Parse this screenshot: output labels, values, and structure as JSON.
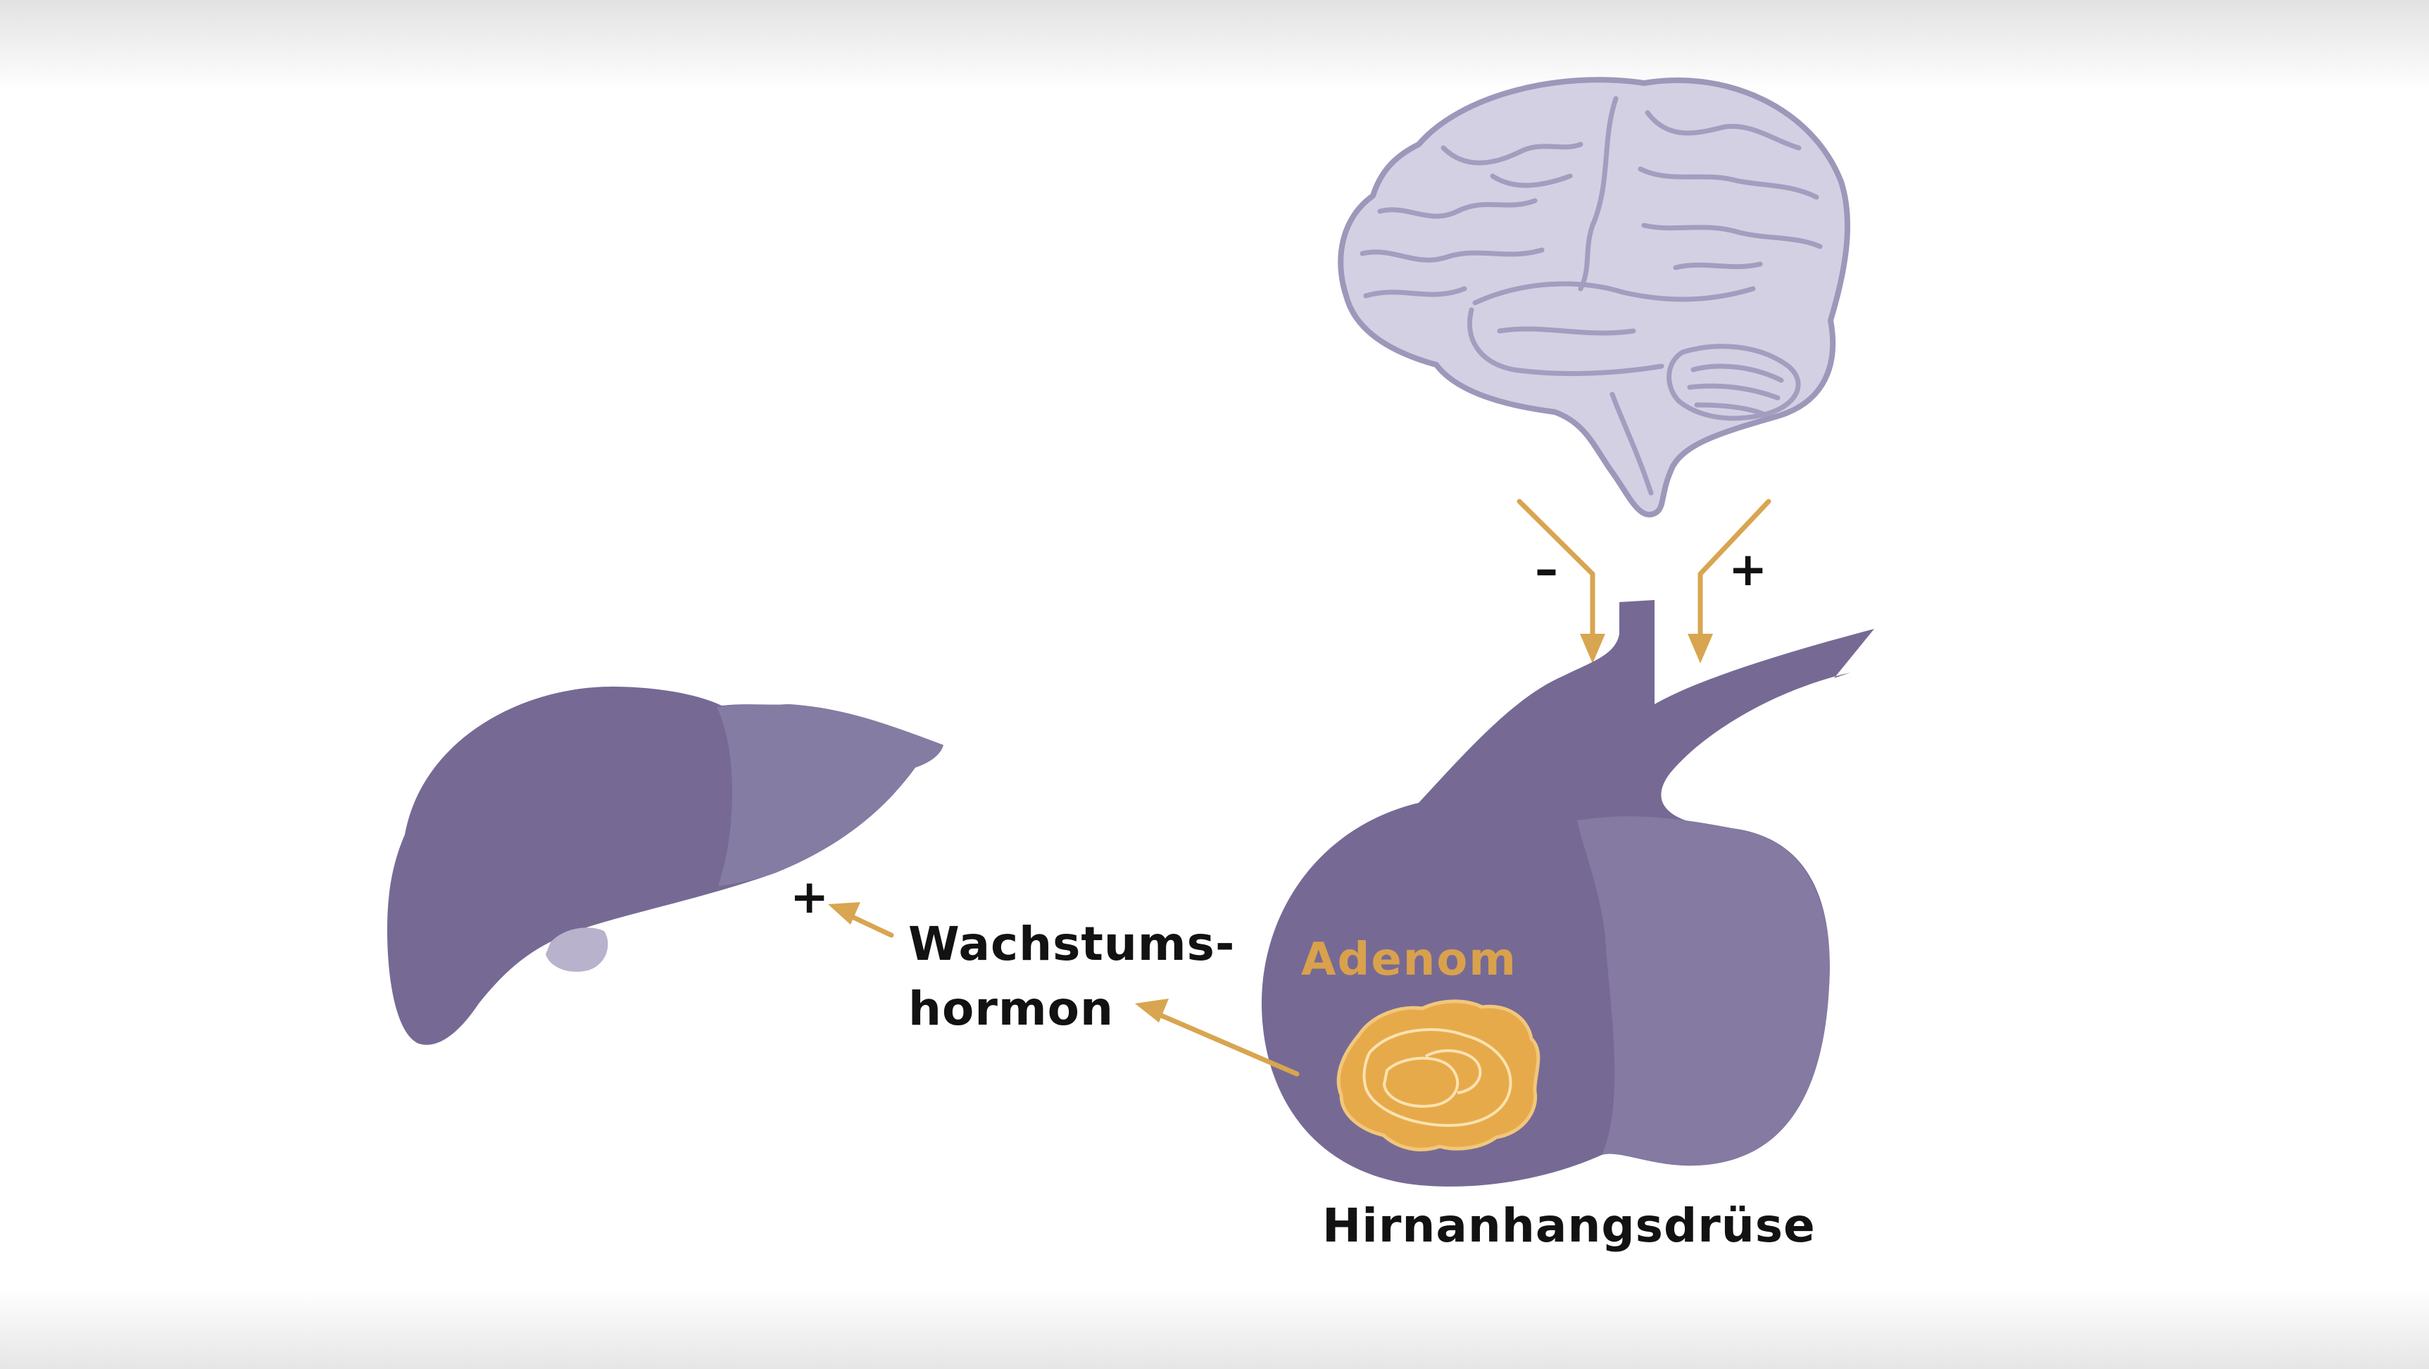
{
  "labels": {
    "growth_hormone_line1": "Wachstums-",
    "growth_hormone_line2": "hormon",
    "pituitary": "Hirnanhangsdrüse",
    "adenoma": "Adenom"
  },
  "signs": {
    "brain_left": "–",
    "brain_right": "+",
    "liver": "+"
  },
  "colors": {
    "organ_purple": "#766a95",
    "organ_purple_light": "#847aa2",
    "brain_fill": "#d3d0e3",
    "brain_stroke": "#9d97ba",
    "arrow_gold": "#d8a550",
    "adenoma_fill": "#e7aa4b"
  },
  "icons": [
    "brain-icon",
    "liver-icon",
    "pituitary-gland-icon",
    "adenoma-icon"
  ]
}
